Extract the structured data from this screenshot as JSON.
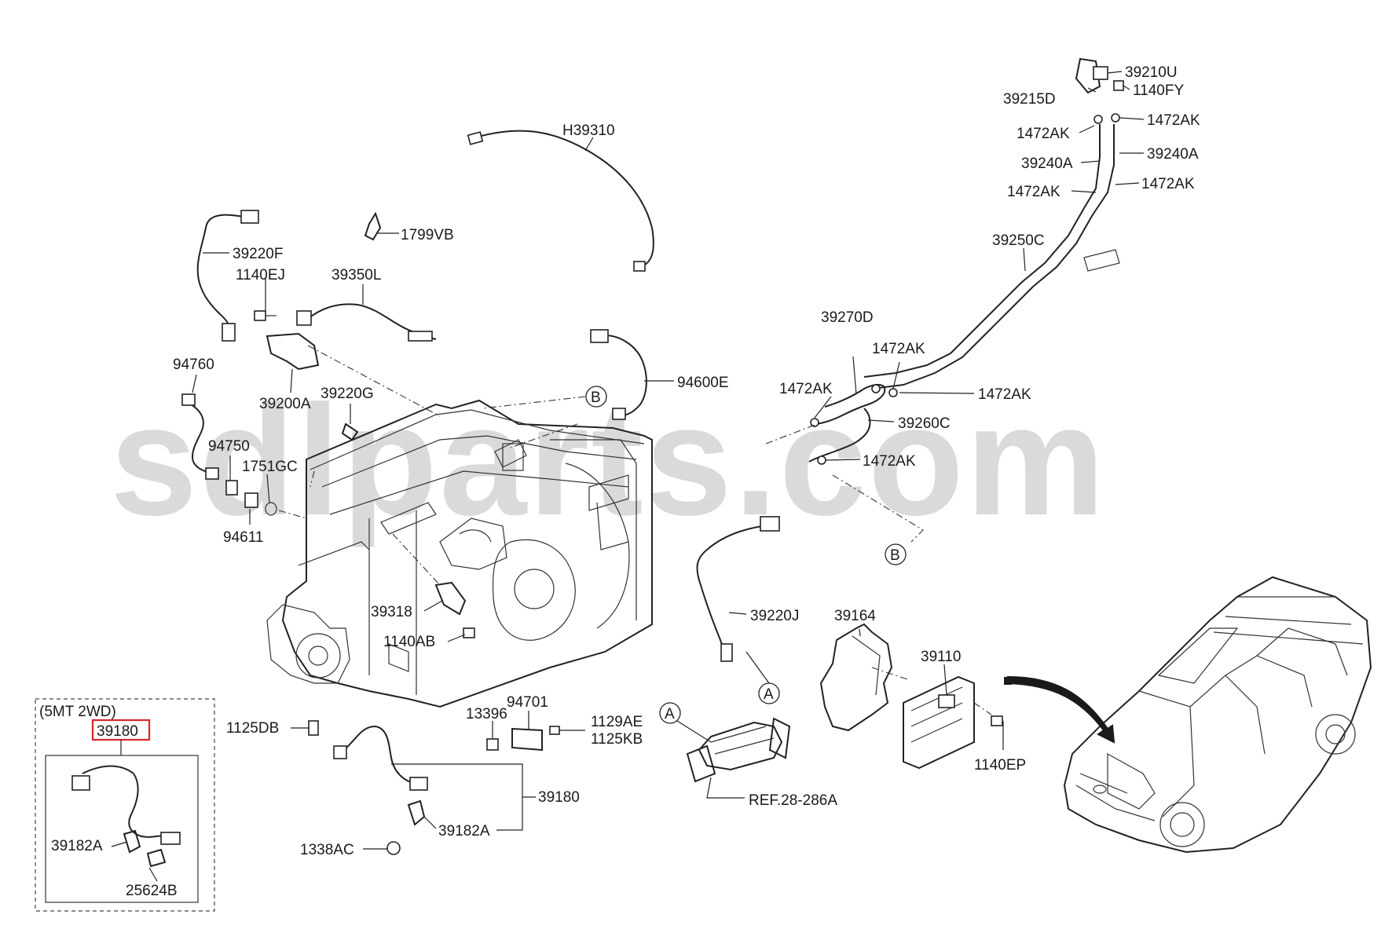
{
  "watermark": "sdlparts.com",
  "variant_box": {
    "title": "(5MT 2WD)",
    "highlighted_part": "39180",
    "parts": [
      "39182A",
      "25624B"
    ]
  },
  "markers": {
    "a": "A",
    "b": "B"
  },
  "labels": [
    {
      "id": "l1",
      "text": "H39310"
    },
    {
      "id": "l2",
      "text": "1799VB"
    },
    {
      "id": "l3",
      "text": "39220F"
    },
    {
      "id": "l4",
      "text": "1140EJ"
    },
    {
      "id": "l5",
      "text": "39350L"
    },
    {
      "id": "l6",
      "text": "94760"
    },
    {
      "id": "l7",
      "text": "39200A"
    },
    {
      "id": "l8",
      "text": "39220G"
    },
    {
      "id": "l9",
      "text": "94750"
    },
    {
      "id": "l10",
      "text": "1751GC"
    },
    {
      "id": "l11",
      "text": "94611"
    },
    {
      "id": "l12",
      "text": "94600E"
    },
    {
      "id": "l13",
      "text": "39318"
    },
    {
      "id": "l14",
      "text": "1140AB"
    },
    {
      "id": "l15",
      "text": "1125DB"
    },
    {
      "id": "l16",
      "text": "13396"
    },
    {
      "id": "l17",
      "text": "94701"
    },
    {
      "id": "l18",
      "text": "1129AE"
    },
    {
      "id": "l19",
      "text": "1125KB"
    },
    {
      "id": "l20",
      "text": "39180"
    },
    {
      "id": "l21",
      "text": "39182A"
    },
    {
      "id": "l22",
      "text": "1338AC"
    },
    {
      "id": "l23",
      "text": "39210U"
    },
    {
      "id": "l24",
      "text": "1140FY"
    },
    {
      "id": "l25",
      "text": "39215D"
    },
    {
      "id": "l26",
      "text": "1472AK"
    },
    {
      "id": "l27",
      "text": "1472AK"
    },
    {
      "id": "l28",
      "text": "39240A"
    },
    {
      "id": "l29",
      "text": "39240A"
    },
    {
      "id": "l30",
      "text": "1472AK"
    },
    {
      "id": "l31",
      "text": "1472AK"
    },
    {
      "id": "l32",
      "text": "39250C"
    },
    {
      "id": "l33",
      "text": "39270D"
    },
    {
      "id": "l34",
      "text": "1472AK"
    },
    {
      "id": "l35",
      "text": "1472AK"
    },
    {
      "id": "l36",
      "text": "1472AK"
    },
    {
      "id": "l37",
      "text": "39260C"
    },
    {
      "id": "l38",
      "text": "1472AK"
    },
    {
      "id": "l39",
      "text": "39220J"
    },
    {
      "id": "l40",
      "text": "39164"
    },
    {
      "id": "l41",
      "text": "39110"
    },
    {
      "id": "l42",
      "text": "1140EP"
    },
    {
      "id": "l43",
      "text": "REF.28-286A"
    }
  ]
}
